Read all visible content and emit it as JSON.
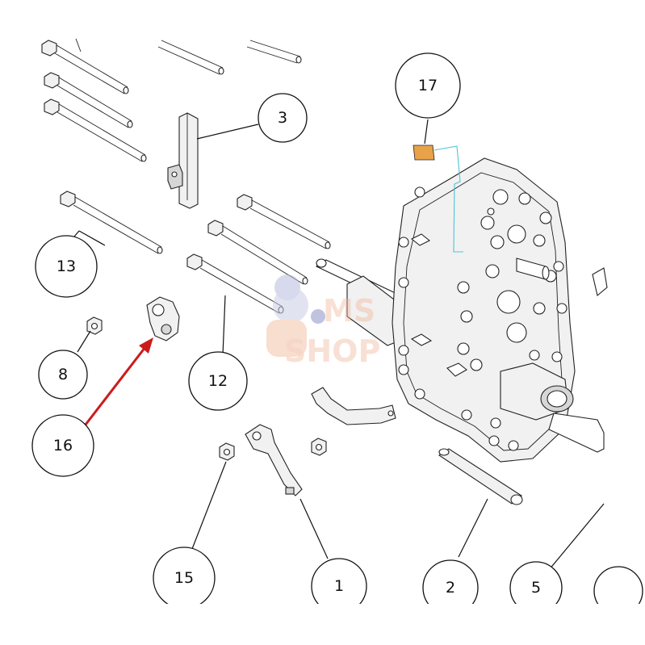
{
  "colors": {
    "background": "#ffffff",
    "line": "#111111",
    "highlight_arrow": "#cc1b1b",
    "label_17_tag": "#e8a24a",
    "leader_17": "#4fc3d9",
    "watermark": "#f0b497"
  },
  "watermark": {
    "line1": "MS",
    "line2": "SHOP",
    "icon": "mascot-logo-icon"
  },
  "callouts": [
    {
      "id": "1",
      "label": "1"
    },
    {
      "id": "2",
      "label": "2"
    },
    {
      "id": "3",
      "label": "3"
    },
    {
      "id": "5",
      "label": "5"
    },
    {
      "id": "8",
      "label": "8"
    },
    {
      "id": "12",
      "label": "12"
    },
    {
      "id": "13",
      "label": "13"
    },
    {
      "id": "15",
      "label": "15"
    },
    {
      "id": "16",
      "label": "16"
    },
    {
      "id": "17",
      "label": "17"
    }
  ]
}
